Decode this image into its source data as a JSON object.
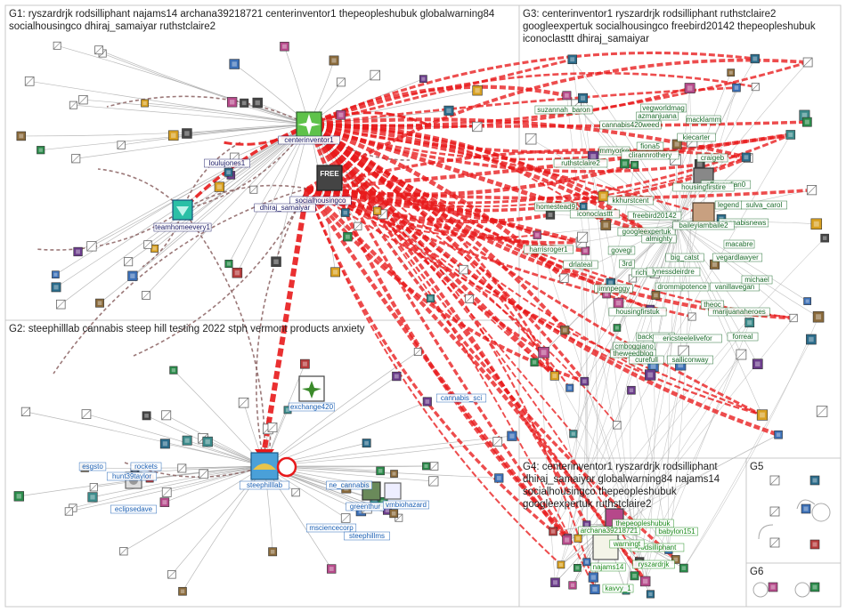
{
  "groups": [
    {
      "id": "G1",
      "lines": [
        "G1: ryszardrjk rodsilliphant najams14 archana39218721 centerinventor1 thepeopleshubuk globalwarning84",
        "socialhousingco dhiraj_samaiyar ruthstclaire2"
      ]
    },
    {
      "id": "G2",
      "lines": [
        "G2: steephilllab cannabis steep hill testing 2022 stph vermont products anxiety"
      ]
    },
    {
      "id": "G3",
      "lines": [
        "G3: centerinventor1 ryszardrjk rodsilliphant ruthstclaire2",
        "googleexpertuk socialhousingco freebird20142 thepeopleshubuk",
        "iconoclasttt dhiraj_samaiyar"
      ]
    },
    {
      "id": "G4",
      "lines": [
        "G4: centerinventor1 ryszardrjk rodsilliphant",
        "dhiraj_samaiyar globalwarning84 najams14",
        "socialhousingco thepeopleshubuk",
        "googleexpertuk ruthstclaire2"
      ]
    },
    {
      "id": "G5",
      "lines": [
        "G5"
      ]
    },
    {
      "id": "G6",
      "lines": [
        "G6"
      ]
    }
  ],
  "colors": {
    "g1_label": "#1a1a66",
    "g2_label": "#1a5fb4",
    "g3_label": "#1a6b2a",
    "g4_label": "#1a8a1a",
    "edge_red": "#e8191b",
    "edge_brown": "#8a6060",
    "edge_gray": "#a8a8a8"
  },
  "nodes": {
    "G1": [
      "centerinventor1",
      "socialhousingco",
      "dhiraj_samaiyar",
      "teamhomeevery1",
      "loulujones1"
    ],
    "G2": [
      "steephilllab",
      "exchange420",
      "cannabis_sci",
      "esgsto",
      "rockets",
      "hunt39taylor",
      "eclipsedave",
      "ne_cannabis",
      "greenthur",
      "vmbiohazard",
      "msciencecorp",
      "steephillms"
    ],
    "G3": [
      "suzannah_baron",
      "vegworldmag",
      "azmanjuana",
      "cannabis420weed",
      "mmyorke",
      "fiona5",
      "kiecarter",
      "macklamm",
      "ruthstclaire2",
      "clirannrothery",
      "craigeb",
      "offguardian0",
      "housingfirstire",
      "homestead9",
      "kkhurstcent",
      "iconoclasttt",
      "legend",
      "cannabisnews",
      "googleexpertuk",
      "baileyiambaile2",
      "almighty",
      "macabre",
      "vegardlawyer",
      "harrisroger1",
      "govegi",
      "big_catst",
      "drlateal",
      "3rd",
      "richa",
      "lynessdeirdre",
      "jimnpeggy",
      "drommipotence",
      "vanillavegan",
      "michael",
      "theoc",
      "marijuanaheroes",
      "housingfirstuk",
      "cmboggiano",
      "backwoods",
      "ericsteelelivefor",
      "forreal",
      "theweedblog",
      "curefull",
      "salliconway",
      "freebird20142",
      "sulva_carol"
    ],
    "G4": [
      "archana39218721",
      "thepeopleshubuk",
      "rodsilliphant",
      "babylon151",
      "najams14",
      "ryszardrjk",
      "kavvy_1",
      "warningt"
    ]
  }
}
